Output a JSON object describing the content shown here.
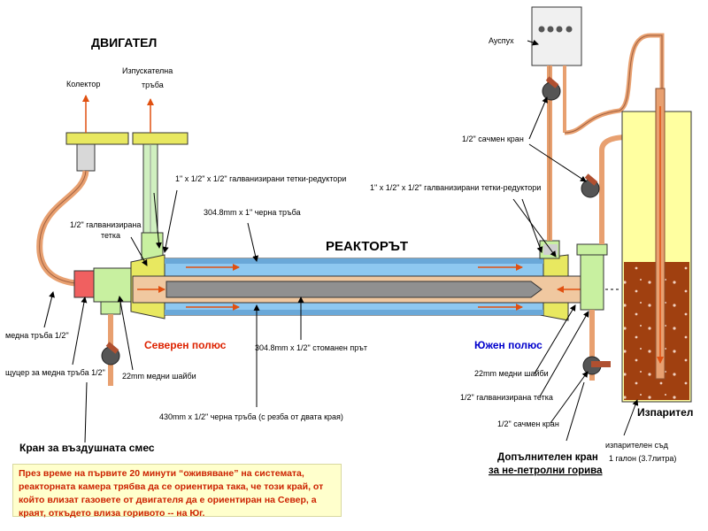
{
  "title": "ДВИГАТЕЛ",
  "labels": {
    "collector": "Колектор",
    "exhaust_pipe_line1": "Изпускателна",
    "exhaust_pipe_line2": "тръба",
    "galv_tee_l_line1": "1/2\" галванизирана",
    "galv_tee_l_line2": "тетка",
    "copper_tube": "медна тръба 1/2\"",
    "copper_fitting": "щуцер за медна тръба 1/2\"",
    "washers_left": "22mm медни шайби",
    "reducer_tees_left": "1\" x 1/2\" x 1/2\" галванизирани тетки-редуктори",
    "black_pipe_1in": "304.8mm x 1\" черна тръба",
    "reactor": "РЕАКТОРЪТ",
    "north_pole": "Северен полюс",
    "steel_rod": "304.8mm x 1/2\" стоманен прът",
    "black_pipe_430": "430mm x 1/2\" черна тръба (с резба от двата края)",
    "air_valve": "Кран за въздушната смес",
    "exhaust": "Ауспух",
    "valve_top": "1/2\" сачмен кран",
    "reducer_tees_right": "1\" x 1/2\" x 1/2\" галванизирани тетки-редуктори",
    "south_pole": "Южен полюс",
    "washers_right": "22mm медни шайби",
    "galv_tee_r": "1/2\" галванизирана тетка",
    "valve_bottom": "1/2\" сачмен кран",
    "aux_valve_line1": "Допълнителен кран",
    "aux_valve_line2": "за не-петролни горива",
    "evaporator": "Изпарител",
    "vessel_line1": "изпарителен съд",
    "vessel_line2": "1 галон (3.7литра)"
  },
  "note": "През време на първите 20 минути “оживяване” на системата, реакторната камера трябва да се ориентира така, че този край, от който влизат газовете от двигателя да е ориентиран на Север, а краят, откъдето влиза горивото -- на Юг.",
  "colors": {
    "pipe_blue": "#8ec8f0",
    "galvanized_yellow": "#e8e860",
    "copper": "#e8a070",
    "steel_rod": "#909090",
    "fuel": "#a04010",
    "flow_arrow": "#e05010",
    "north": "#dd2200",
    "south": "#0000cc"
  }
}
